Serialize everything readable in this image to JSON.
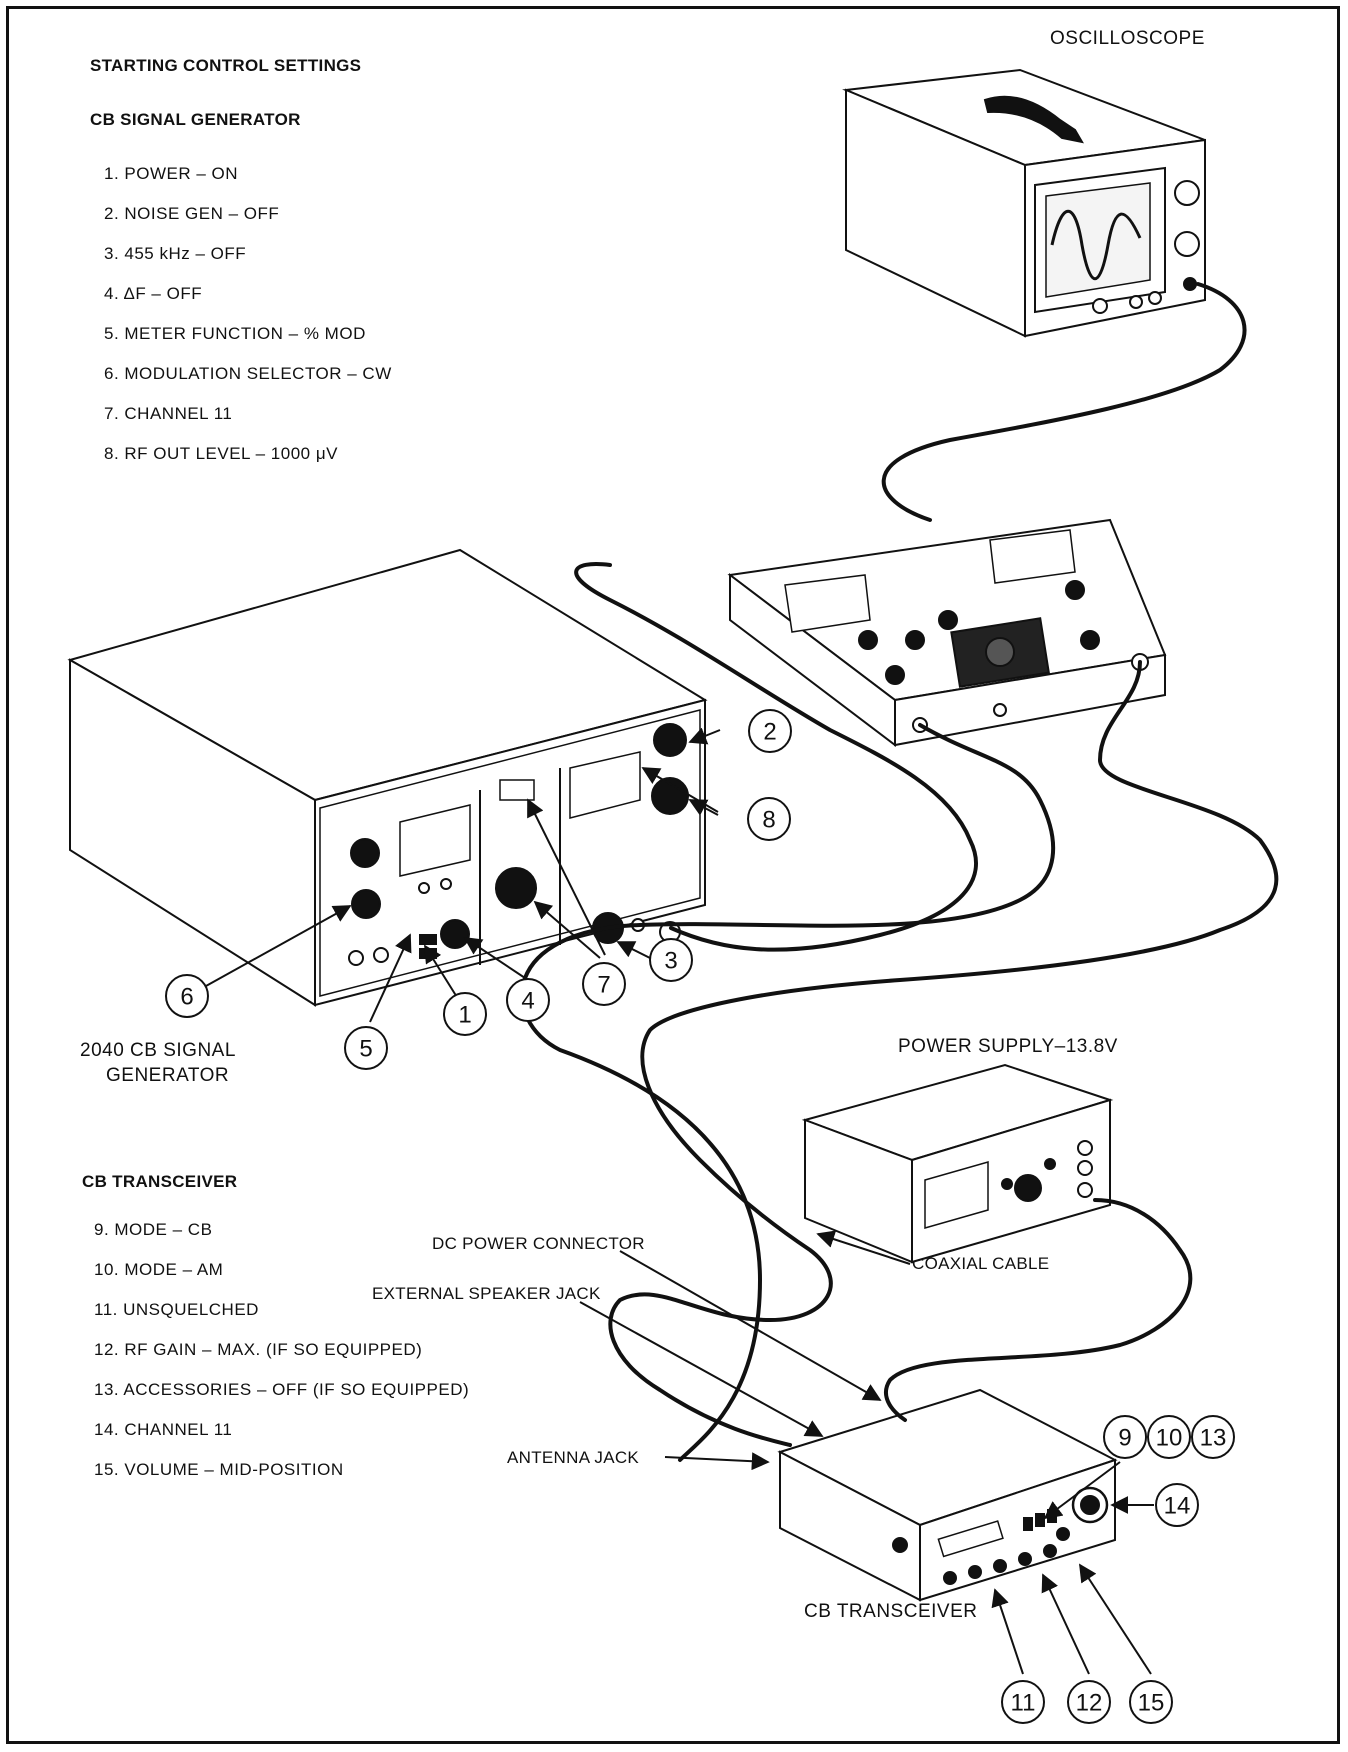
{
  "generator_settings": {
    "heading": "STARTING CONTROL SETTINGS",
    "subheading": "CB SIGNAL GENERATOR",
    "items": [
      "1. POWER – ON",
      "2. NOISE GEN – OFF",
      "3. 455 kHz – OFF",
      "4. ΔF – OFF",
      "5. METER FUNCTION – % MOD",
      "6. MODULATION SELECTOR – CW",
      "7. CHANNEL 11",
      "8. RF OUT LEVEL – 1000 μV"
    ]
  },
  "transceiver_settings": {
    "heading": "CB TRANSCEIVER",
    "items": [
      "9. MODE – CB",
      "10. MODE – AM",
      "11. UNSQUELCHED",
      "12. RF GAIN – MAX. (IF SO EQUIPPED)",
      "13. ACCESSORIES – OFF (IF SO EQUIPPED)",
      "14. CHANNEL 11",
      "15. VOLUME – MID-POSITION"
    ]
  },
  "equipment_labels": {
    "oscilloscope": "OSCILLOSCOPE",
    "generator_line1": "2040 CB SIGNAL",
    "generator_line2": "GENERATOR",
    "power_supply": "POWER SUPPLY–13.8V",
    "transceiver": "CB TRANSCEIVER"
  },
  "callouts": {
    "dc_power": "DC POWER CONNECTOR",
    "ext_speaker": "EXTERNAL SPEAKER JACK",
    "coaxial": "COAXIAL CABLE",
    "antenna": "ANTENNA JACK"
  },
  "numbers": [
    "1",
    "2",
    "3",
    "4",
    "5",
    "6",
    "7",
    "8",
    "9",
    "10",
    "11",
    "12",
    "13",
    "14",
    "15"
  ]
}
